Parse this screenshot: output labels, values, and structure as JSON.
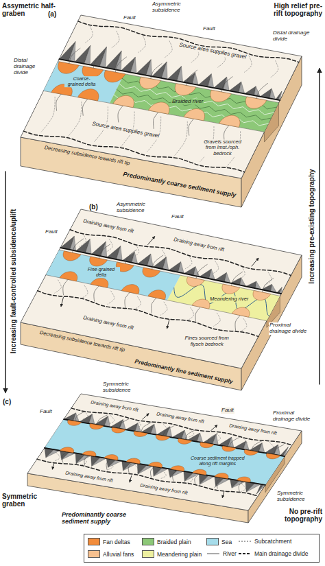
{
  "diagram": {
    "labels": [
      "Assymetric half-graben",
      "(a)",
      "High relief pre-rift topography",
      "Fault",
      "Fault",
      "Asymmetric subsidence",
      "Coarse-grained delta",
      "Distal drainage divide",
      "Distal drainage divide",
      "Source area supplies gravel",
      "Braided river",
      "Source area supplies gravel",
      "Gravels sourced from lmst./oph. bedrock",
      "Decreasing subsidence towards rift tip",
      "Predominantly coarse sediment supply",
      "Increasing fault-controlled subsidence/uplift",
      "Increasing pre-existing topography",
      "Fault",
      "Fault",
      "Asymmetric subsidence",
      "(b)",
      "Draining away from rift",
      "Fine-grained delta",
      "Draining away from rift",
      "Meandering river",
      "Fines sourced from flysch bedrock",
      "Draining away from rift",
      "Proximal drainage divide",
      "Decreasing subsidence towards rift tip",
      "Predominantly fine sediment supply",
      "(c)",
      "Fault",
      "Symmetric subsidence",
      "Fault",
      "Draining away from rift",
      "Draining away from rift",
      "Draining away from rift",
      "Draining away from rift",
      "Draining away from rift",
      "Proximal drainage divide",
      "Coarse sediment trapped along rift margins",
      "Symmetric subsidence",
      "Symmetric graben",
      "Predominantly coarse sediment supply",
      "No pre-rift topography"
    ],
    "legend": [
      {
        "text": "Fan deltas",
        "color": "#f28c3b"
      },
      {
        "text": "Braided plain",
        "color": "#8dc878"
      },
      {
        "text": "Sea",
        "color": "#a6dcea"
      },
      {
        "text": "Subcatchment"
      },
      {
        "text": "Alluvial fans",
        "color": "#f6c08f"
      },
      {
        "text": "Meandering plain",
        "color": "#eef0a0"
      },
      {
        "text": "River"
      },
      {
        "text": "Main drainage divide"
      }
    ]
  }
}
